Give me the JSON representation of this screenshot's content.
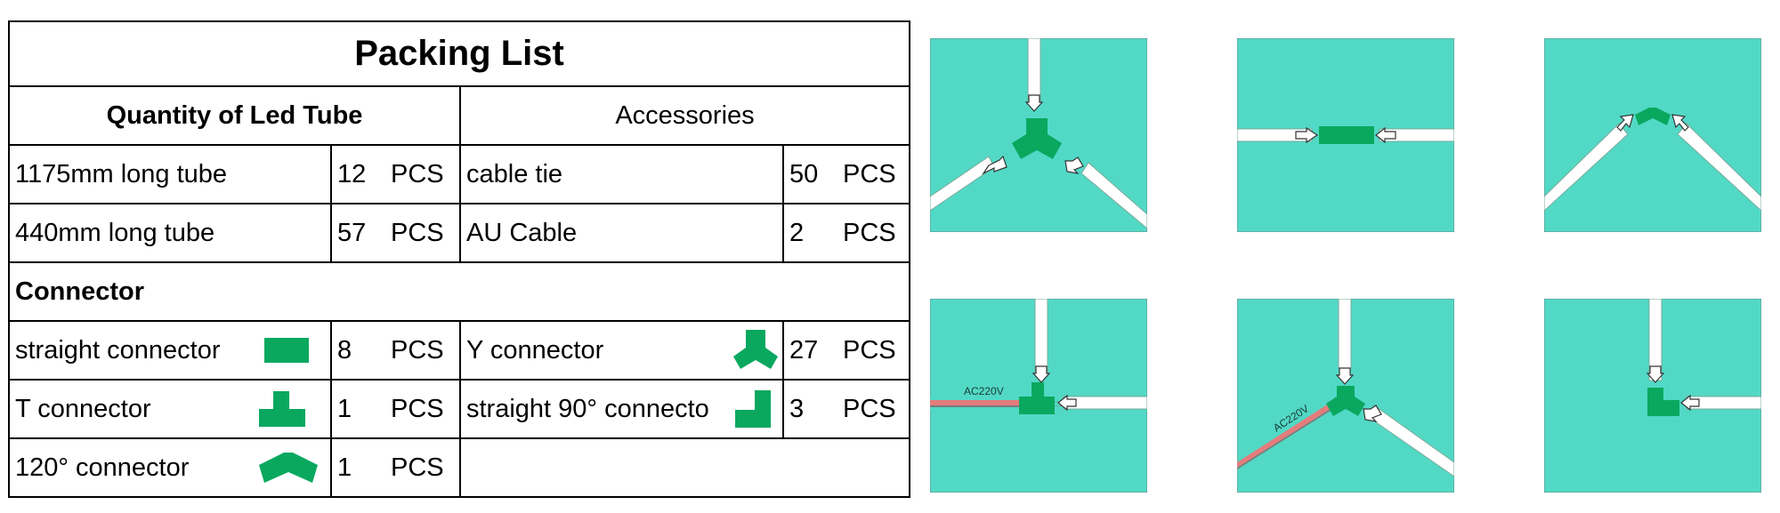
{
  "title": "Packing List",
  "headers": {
    "tubes": "Quantity of Led Tube",
    "accessories": "Accessories"
  },
  "tube_rows": [
    {
      "name": "1175mm long tube",
      "qty": "12",
      "unit": "PCS",
      "acc_name": "cable tie",
      "acc_qty": "50",
      "acc_unit": "PCS"
    },
    {
      "name": "440mm long tube",
      "qty": "57",
      "unit": "PCS",
      "acc_name": "AU Cable",
      "acc_qty": "2",
      "acc_unit": "PCS"
    }
  ],
  "connector_section": "Connector",
  "connector_rows": [
    {
      "name": "straight connector",
      "icon": "straight-connector-icon",
      "qty": "8",
      "unit": "PCS",
      "name2": "Y connector",
      "icon2": "y-connector-icon",
      "qty2": "27",
      "unit2": "PCS"
    },
    {
      "name": "T connector",
      "icon": "t-connector-icon",
      "qty": "1",
      "unit": "PCS",
      "name2": "straight 90° connecto",
      "icon2": "l-connector-icon",
      "qty2": "3",
      "unit2": "PCS"
    },
    {
      "name": "120° connector",
      "icon": "120-connector-icon",
      "qty": "1",
      "unit": "PCS"
    }
  ],
  "diagram_labels": {
    "power_t": "AC220V",
    "power_y": "AC220V"
  },
  "colors": {
    "panel_bg": "#52d9c6",
    "connector": "#0aa85f",
    "tube": "#ffffff",
    "power_cable": "#e57c7c"
  }
}
